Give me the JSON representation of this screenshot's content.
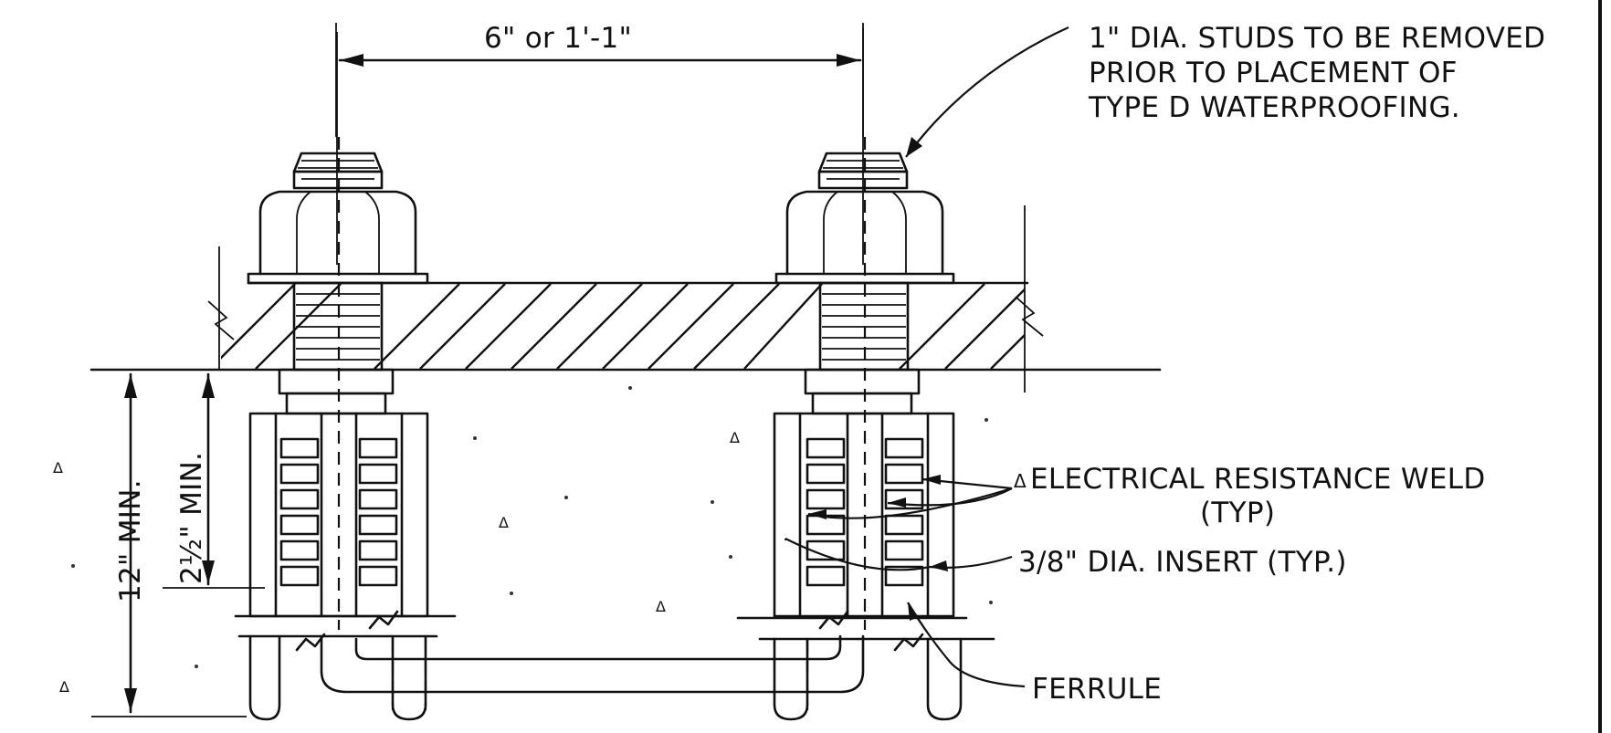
{
  "dimensions": {
    "spacing": "6\"  or   1'-1\"",
    "overall_depth": "12\" MIN.",
    "stud_depth": "2½\" MIN."
  },
  "notes": {
    "studs_line1": "1\" DIA. STUDS TO BE REMOVED",
    "studs_line2": "PRIOR TO PLACEMENT OF",
    "studs_line3": "TYPE D WATERPROOFING.",
    "weld_line1": "ELECTRICAL RESISTANCE WELD",
    "weld_line2": "(TYP)",
    "insert": "3/8\" DIA. INSERT (TYP.)",
    "ferrule": "FERRULE"
  },
  "symbols": {
    "revision_triangle": "Δ"
  },
  "colors": {
    "ink": "#111111",
    "paper": "#ffffff"
  }
}
